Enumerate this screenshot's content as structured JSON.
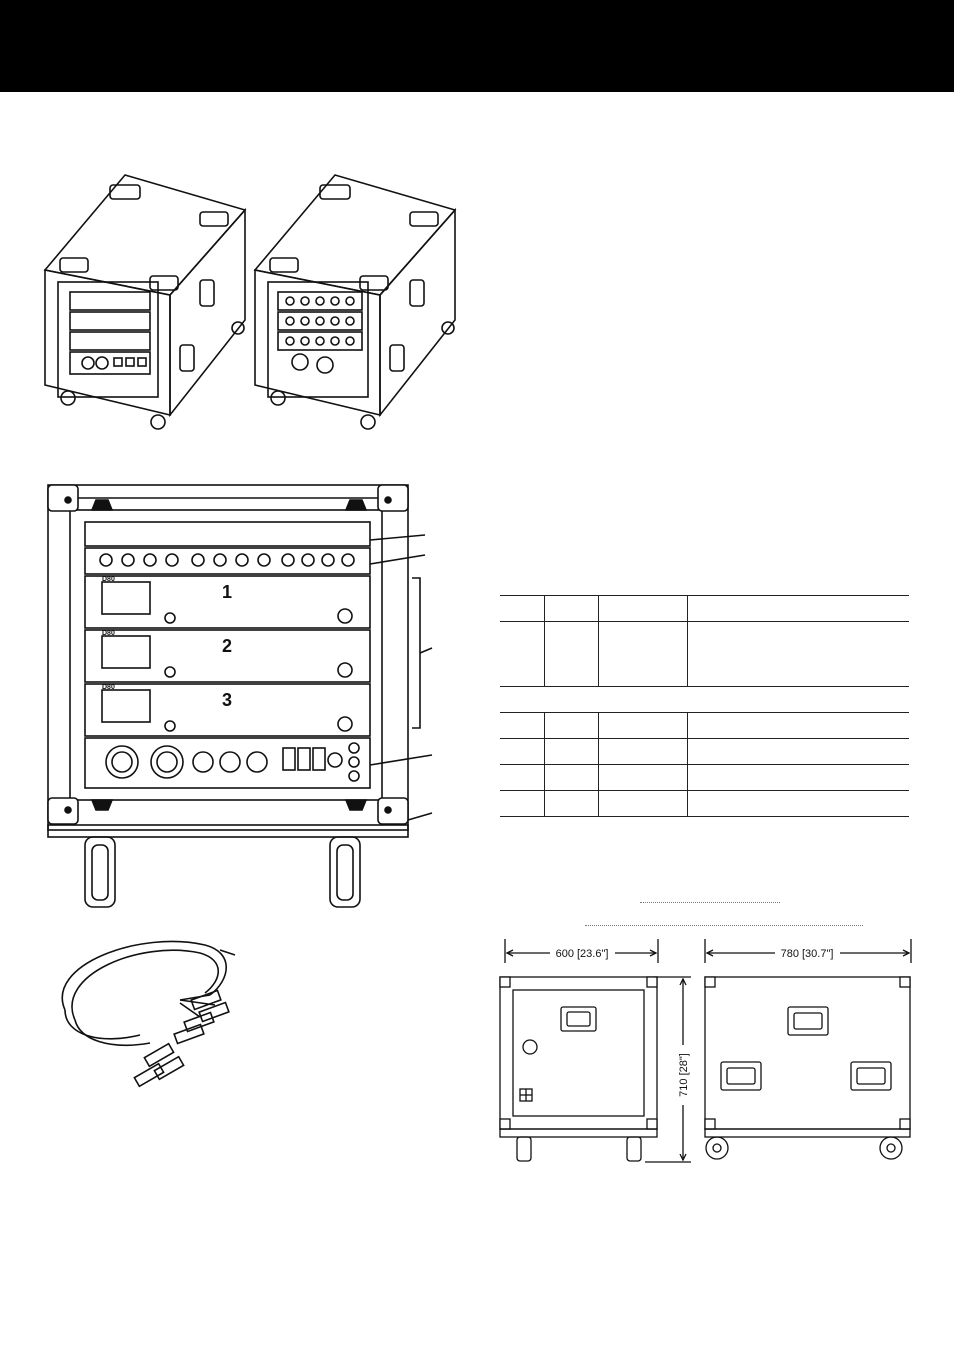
{
  "dimensions": {
    "width_label": "600 [23.6\"]",
    "depth_label": "780 [30.7\"]",
    "height_label": "710 [28\"]"
  },
  "rack": {
    "amp_numbers": [
      "1",
      "2",
      "3"
    ],
    "amp_model": "D80"
  },
  "table": {
    "row_count": 7
  },
  "colors": {
    "header_bar": "#000000",
    "line": "#222222"
  }
}
